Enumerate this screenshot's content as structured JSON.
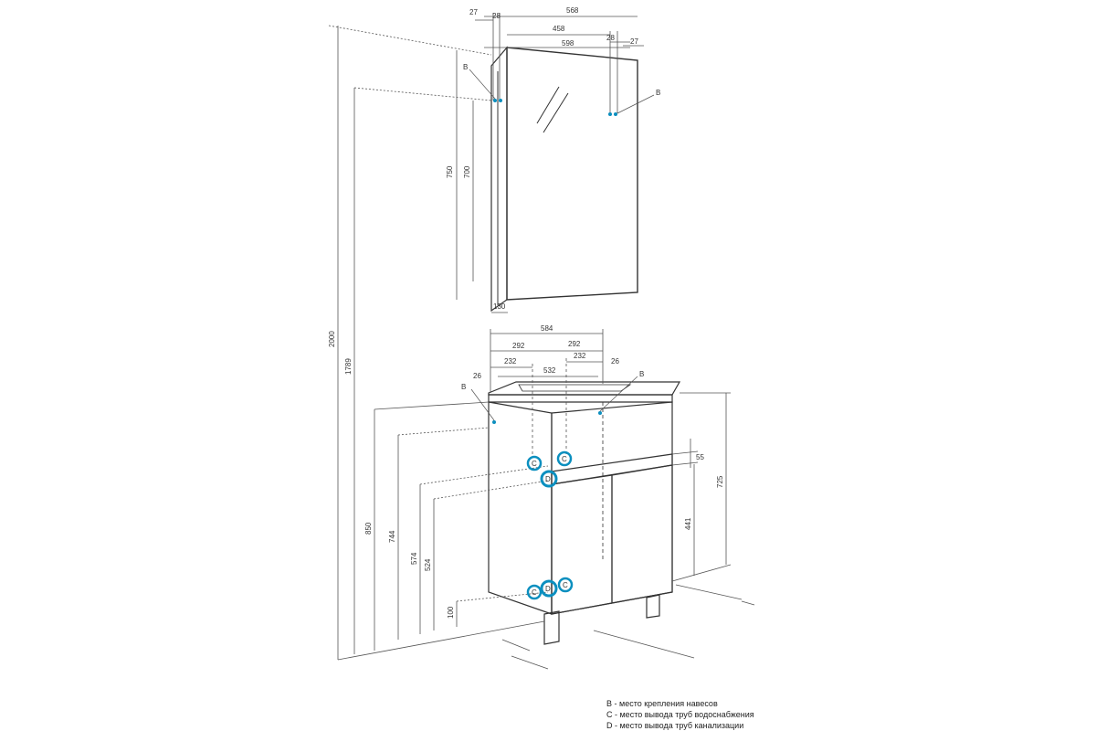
{
  "mirror_cabinet": {
    "dimensions": {
      "top_outer_depth": "27",
      "top_inner_depth": "28",
      "overall_width": "568",
      "inner_width": "458",
      "right_inner": "28",
      "right_outer": "27",
      "door_width": "598",
      "height_outer": "750",
      "height_inner": "700",
      "depth": "130"
    },
    "hanger_label_left": "B",
    "hanger_label_right": "B"
  },
  "vanity": {
    "dimensions": {
      "width_584": "584",
      "half_left": "292",
      "half_right": "292",
      "left_232": "232",
      "inner_532": "532",
      "right_232": "232",
      "left_26": "26",
      "right_26": "26",
      "total_2000": "2000",
      "mirror_top_1789": "1789",
      "height_850": "850",
      "height_744": "744",
      "height_574": "574",
      "height_524": "524",
      "height_100": "100",
      "drawer_55": "55",
      "body_725": "725",
      "doors_441": "441"
    },
    "point_labels": {
      "b_left": "B",
      "b_right": "B",
      "c1": "C",
      "c2": "C",
      "d1": "D",
      "c3": "C",
      "d2": "D",
      "c4": "C"
    }
  },
  "legend": {
    "b": "B - место крепления навесов",
    "c": "C - место вывода труб водоснабжения",
    "d": "D - место вывода труб канализации"
  },
  "colors": {
    "line": "#333333",
    "dimension_line": "#555555",
    "marker": "#0b8fbf"
  }
}
